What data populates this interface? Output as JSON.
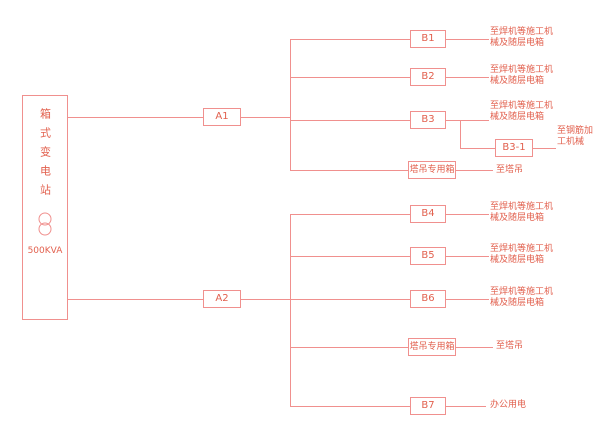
{
  "diagram_type": "power-distribution-single-line",
  "colors": {
    "line": "#f0908e",
    "text": "#e2604e",
    "background": "#ffffff"
  },
  "substation": {
    "name": "箱式变电站",
    "rating": "500KVA",
    "icon": "transformer-icon"
  },
  "feeders": [
    {
      "id": "A1"
    },
    {
      "id": "A2"
    }
  ],
  "branches_a1": [
    {
      "box": "B1",
      "dest": "至焊机等施工机械及随层电箱"
    },
    {
      "box": "B2",
      "dest": "至焊机等施工机械及随层电箱"
    },
    {
      "box": "B3",
      "dest": "至焊机等施工机械及随层电箱"
    },
    {
      "box": "塔吊专用箱",
      "dest": "至塔吊"
    }
  ],
  "branch_b3_sub": {
    "box": "B3-1",
    "dest": "至钢筋加工机械"
  },
  "branches_a2": [
    {
      "box": "B4",
      "dest": "至焊机等施工机械及随层电箱"
    },
    {
      "box": "B5",
      "dest": "至焊机等施工机械及随层电箱"
    },
    {
      "box": "B6",
      "dest": "至焊机等施工机械及随层电箱"
    },
    {
      "box": "塔吊专用箱",
      "dest": "至塔吊"
    },
    {
      "box": "B7",
      "dest": "办公用电"
    }
  ]
}
